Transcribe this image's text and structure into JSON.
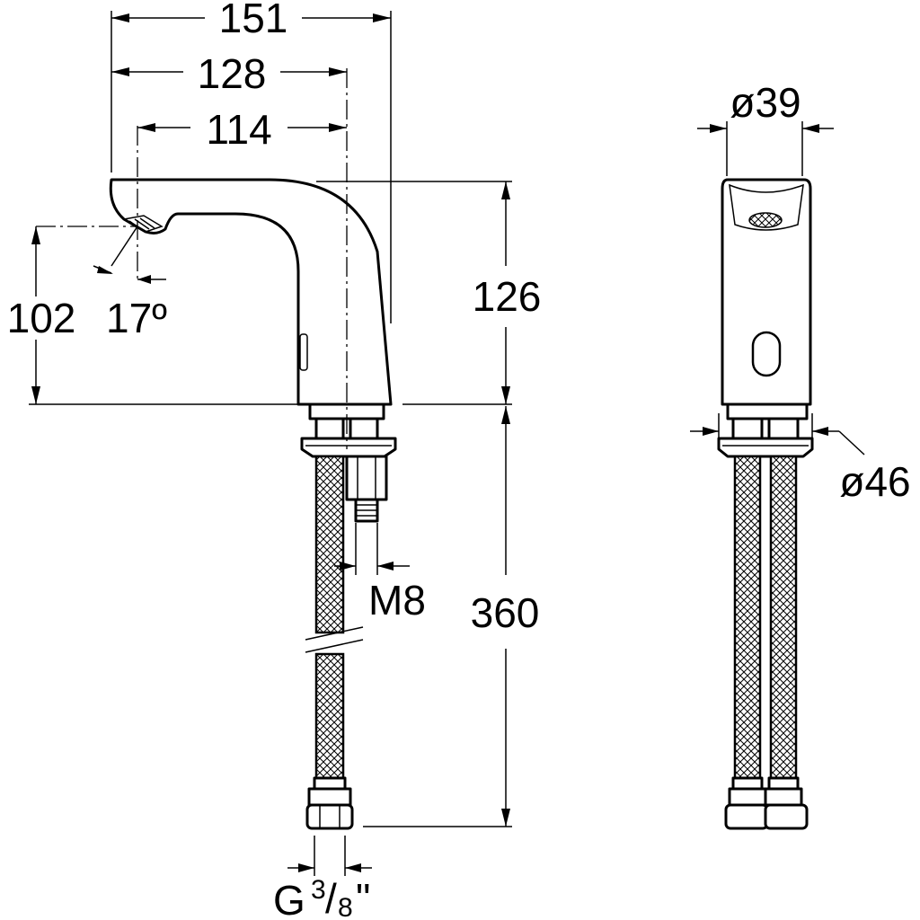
{
  "colors": {
    "ink": "#000000",
    "paper": "#ffffff"
  },
  "dimensions": {
    "total_reach": "151",
    "spout_to_axis": "128",
    "outlet_to_axis": "114",
    "outlet_height": "102",
    "spray_angle": "17º",
    "body_height": "126",
    "hose_length": "360",
    "stud_thread": "M8",
    "connection_prefix": "G",
    "connection_num": "3",
    "connection_slash": "/",
    "connection_den": "8",
    "connection_inch": "\"",
    "top_diameter": "ø39",
    "base_diameter": "ø46"
  }
}
